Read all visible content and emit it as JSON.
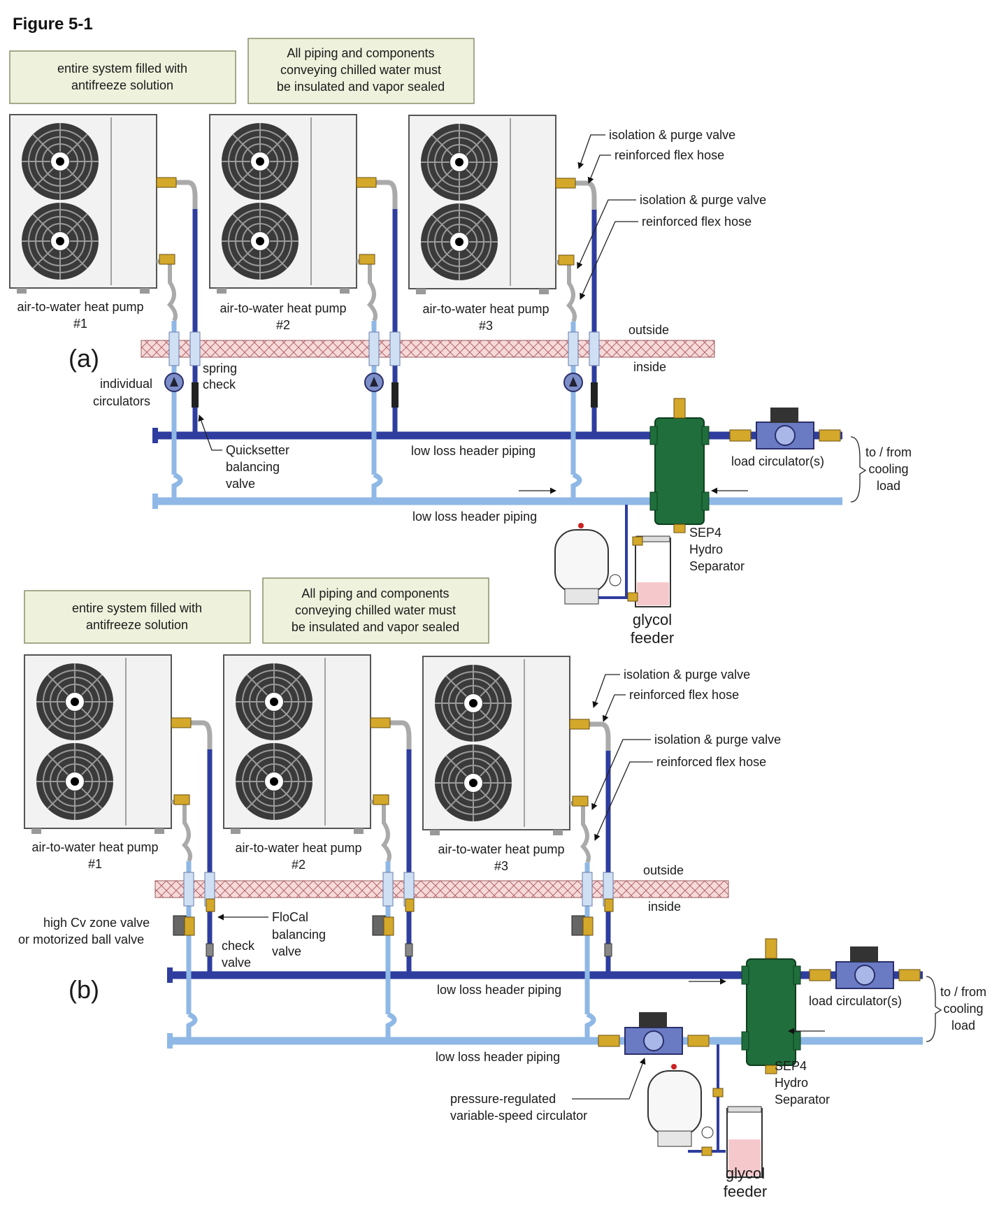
{
  "figure_title": "Figure 5-1",
  "colors": {
    "supply_pipe": "#2e3d9e",
    "return_pipe": "#8fb8e6",
    "separator": "#1f6e3b",
    "brass": "#d4a82a",
    "insulation_wall": "#f3d3d3",
    "note_box": "#eef2dc"
  },
  "panel_a": {
    "label": "(a)",
    "note_left": [
      "entire system filled with",
      "antifreeze solution"
    ],
    "note_right": [
      "All piping and components",
      "conveying chilled water must",
      "be insulated and vapor sealed"
    ],
    "heat_pumps": [
      {
        "line1": "air-to-water heat pump",
        "line2": "#1"
      },
      {
        "line1": "air-to-water heat pump",
        "line2": "#2"
      },
      {
        "line1": "air-to-water heat pump",
        "line2": "#3"
      }
    ],
    "callouts": {
      "iso_valve_1": "isolation & purge valve",
      "flex_hose_1": "reinforced flex hose",
      "iso_valve_2": "isolation & purge valve",
      "flex_hose_2": "reinforced flex hose",
      "outside": "outside",
      "inside": "inside",
      "spring_check": [
        "spring",
        "check"
      ],
      "individual_circulators": [
        "individual",
        "circulators"
      ],
      "quicksetter": [
        "Quicksetter",
        "balancing",
        "valve"
      ],
      "header_supply": "low loss header piping",
      "header_return": "low loss header piping",
      "load_circulator": "load circulator(s)",
      "to_from": [
        "to / from",
        "cooling",
        "load"
      ],
      "separator": [
        "SEP4",
        "Hydro",
        "Separator"
      ],
      "glycol": [
        "glycol",
        "feeder"
      ]
    }
  },
  "panel_b": {
    "label": "(b)",
    "note_left": [
      "entire system filled with",
      "antifreeze solution"
    ],
    "note_right": [
      "All piping and components",
      "conveying chilled water must",
      "be insulated and vapor sealed"
    ],
    "heat_pumps": [
      {
        "line1": "air-to-water heat pump",
        "line2": "#1"
      },
      {
        "line1": "air-to-water heat pump",
        "line2": "#2"
      },
      {
        "line1": "air-to-water heat pump",
        "line2": "#3"
      }
    ],
    "callouts": {
      "iso_valve_1": "isolation & purge valve",
      "flex_hose_1": "reinforced flex hose",
      "iso_valve_2": "isolation & purge valve",
      "flex_hose_2": "reinforced flex hose",
      "outside": "outside",
      "inside": "inside",
      "zone_valve": [
        "high Cv zone valve",
        "or motorized ball valve"
      ],
      "check_valve": [
        "check",
        "valve"
      ],
      "flocal": [
        "FloCal",
        "balancing",
        "valve"
      ],
      "header_supply": "low loss header piping",
      "header_return": "low loss header piping",
      "load_circulator": "load circulator(s)",
      "to_from": [
        "to / from",
        "cooling",
        "load"
      ],
      "separator": [
        "SEP4",
        "Hydro",
        "Separator"
      ],
      "pressure_circ": [
        "pressure-regulated",
        "variable-speed circulator"
      ],
      "glycol": [
        "glycol",
        "feeder"
      ]
    }
  }
}
